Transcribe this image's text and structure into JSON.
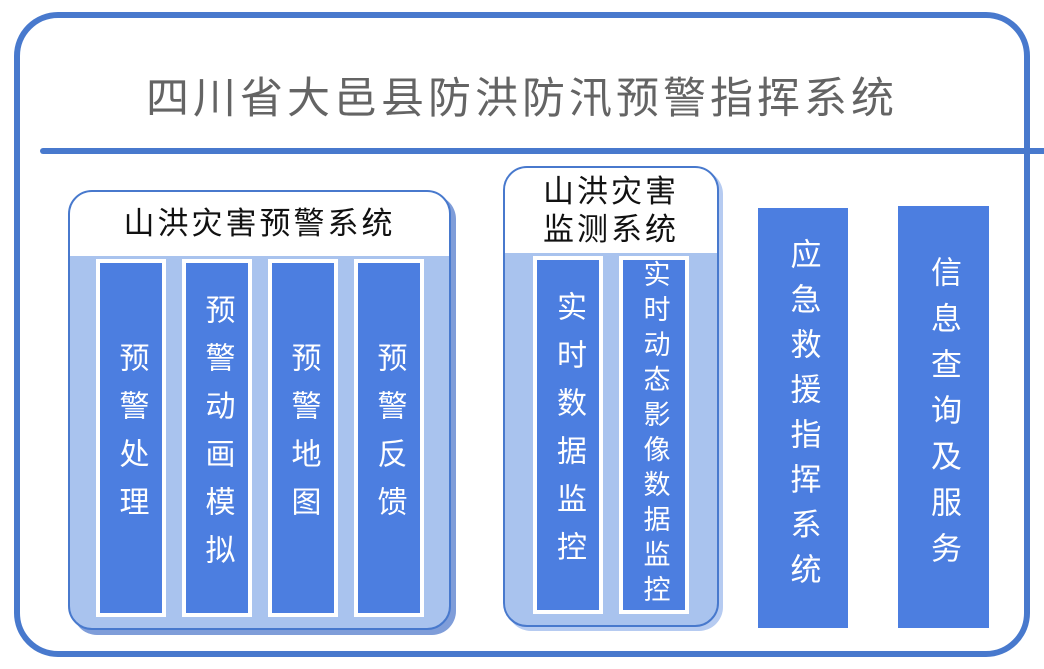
{
  "colors": {
    "frame_blue": "#4879cd",
    "bar_blue": "#4c7ee0",
    "panel_blue": "#a9c3ee",
    "panel_shadow": "#7f9dd9",
    "panel_shadow_light": "#b6cbf1",
    "title_gray": "#646464",
    "group_title_color": "#111111",
    "bar_text": "#ffffff"
  },
  "header": {
    "title": "四川省大邑县防洪防汛预警指挥系统"
  },
  "groups": [
    {
      "title": "山洪灾害预警系统",
      "bars": [
        "预警处理",
        "预警动画模拟",
        "预警地图",
        "预警反馈"
      ]
    },
    {
      "title": "山洪灾害监测系统",
      "bars": [
        "实时数据监控",
        "实时动态影像数据监控"
      ]
    }
  ],
  "standalone_bars": [
    "应急救援指挥系统",
    "信息查询及服务"
  ]
}
